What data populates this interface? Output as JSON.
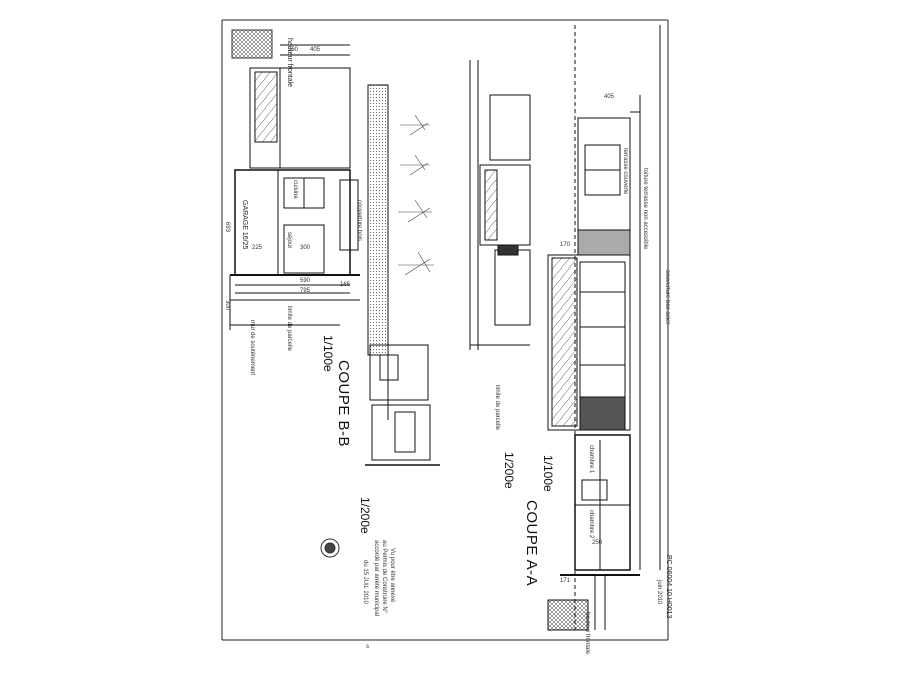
{
  "section_bb": {
    "title": "COUPE B-B",
    "scale_main": "1/100e",
    "scale_small": "1/200e",
    "labels": {
      "hauteur_frontale": "hauteur frontale",
      "dim_360": "360",
      "dim_405": "405",
      "garage": "GARAGE 16/25",
      "cuisine": "cuisine",
      "sejour": "séjour",
      "dim_225": "225",
      "dim_300": "300",
      "dim_590": "590",
      "dim_795": "795",
      "dim_165": "165",
      "dim_300b": "300",
      "dim_693": "693",
      "limite_parcelle": "limite de parcelle",
      "mur_soutenement": "mur de soutènement",
      "couverture": "couverture bois"
    }
  },
  "section_aa": {
    "title": "COUPE A-A",
    "scale_main": "1/100e",
    "scale_small": "1/200e",
    "labels": {
      "dim_405": "405",
      "dim_170": "170",
      "dim_250": "250",
      "dim_171": "171",
      "terrasse_couverte": "terrasse couverte",
      "toiture_terrasse": "toiture terrasse non accessible",
      "couverture_bac": "couverture bac acier",
      "chambre1": "chambre 1",
      "chambre2": "chambre 2",
      "hauteur_frontale": "hauteur frontale",
      "limite": "limite de parcelle"
    }
  },
  "stamp": {
    "line1": "Vu pour être annexé",
    "line2": "au Permis de Construire N°",
    "line3": "accordé par arrêté municipal",
    "line4": "du 15 JUIL 2010"
  },
  "reference": "PC 06004 10 H0013",
  "ref_date": "juin 2010"
}
